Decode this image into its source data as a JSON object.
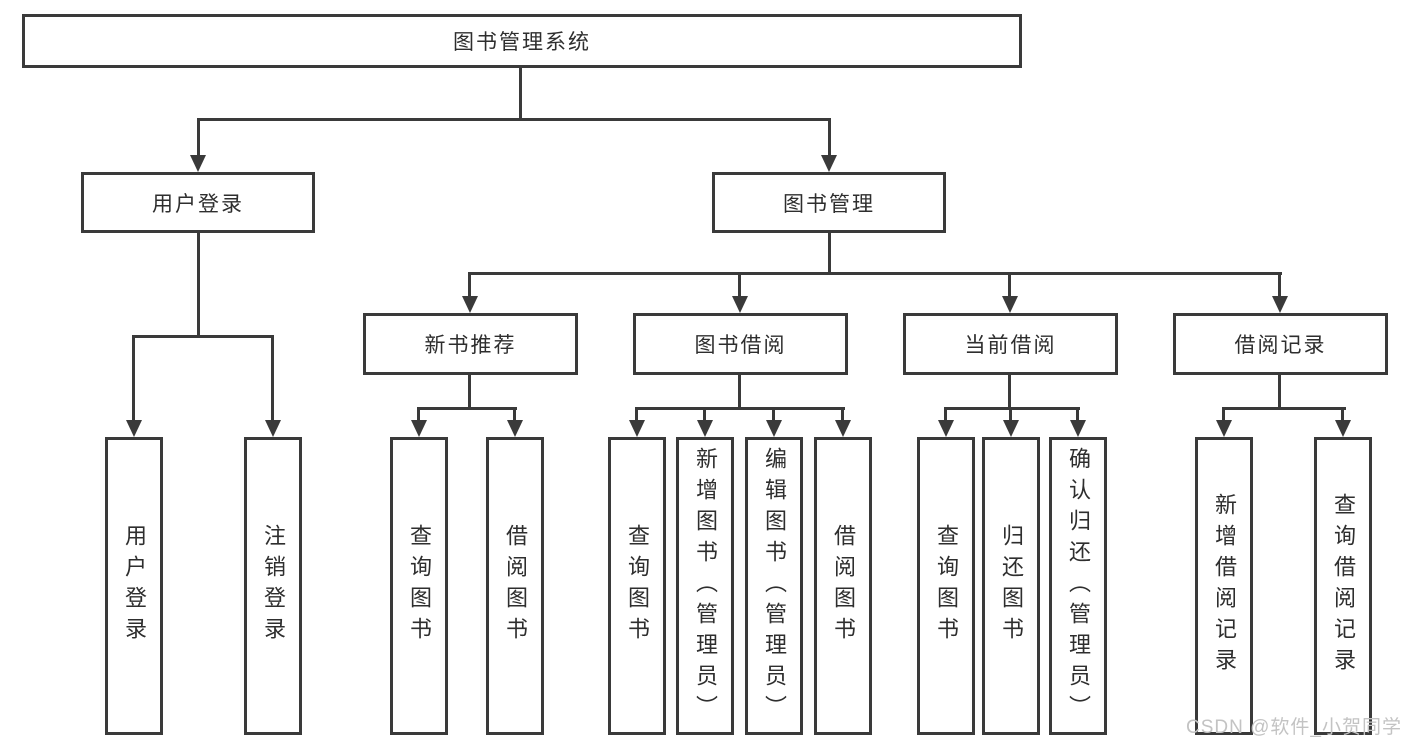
{
  "diagram": {
    "root": "图书管理系统",
    "level2": [
      "用户登录",
      "图书管理"
    ],
    "level3": [
      "新书推荐",
      "图书借阅",
      "当前借阅",
      "借阅记录"
    ],
    "leaves": {
      "user_login": [
        "用户登录",
        "注销登录"
      ],
      "new_book_recommend": [
        "查询图书",
        "借阅图书"
      ],
      "book_borrow": [
        "查询图书",
        "新增图书（管理员）",
        "编辑图书（管理员）",
        "借阅图书"
      ],
      "current_borrow": [
        "查询图书",
        "归还图书",
        "确认归还（管理员）"
      ],
      "borrow_records": [
        "新增借阅记录",
        "查询借阅记录"
      ]
    },
    "watermark": "CSDN @软件_小贺同学",
    "colors": {
      "line": "#3a3a3a",
      "text": "#2e2e2e",
      "watermark": "#c3c3c3",
      "background": "#ffffff"
    }
  }
}
